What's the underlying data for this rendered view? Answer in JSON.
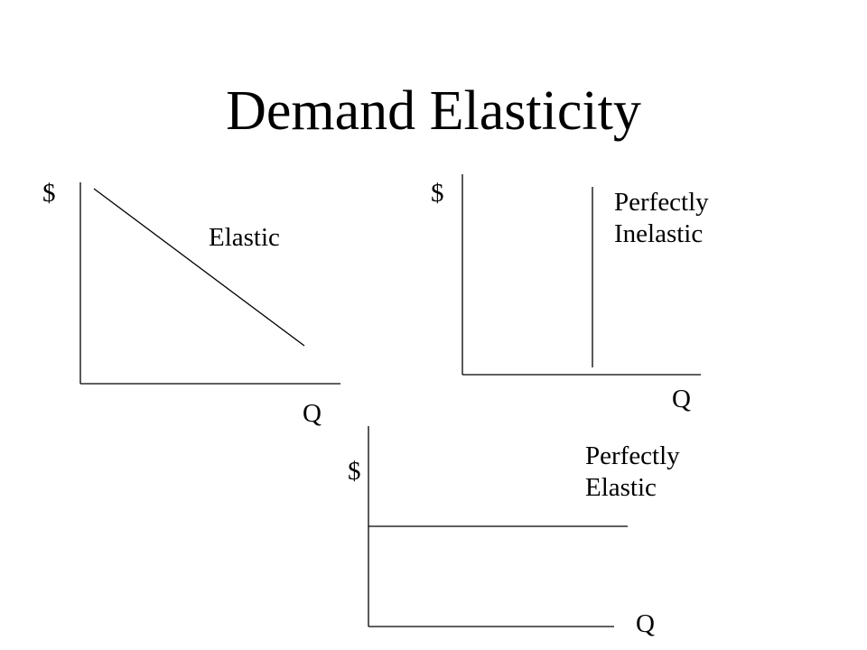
{
  "title": "Demand Elasticity",
  "graphs": [
    {
      "name": "elastic",
      "y_axis_label": "$",
      "x_axis_label": "Q",
      "curve_label": "Elastic",
      "curve_shape": "downward-sloping"
    },
    {
      "name": "perfectly-inelastic",
      "y_axis_label": "$",
      "x_axis_label": "Q",
      "curve_label": "Perfectly\nInelastic",
      "curve_shape": "vertical"
    },
    {
      "name": "perfectly-elastic",
      "y_axis_label": "$",
      "x_axis_label": "Q",
      "curve_label": "Perfectly\nElastic",
      "curve_shape": "horizontal"
    }
  ]
}
